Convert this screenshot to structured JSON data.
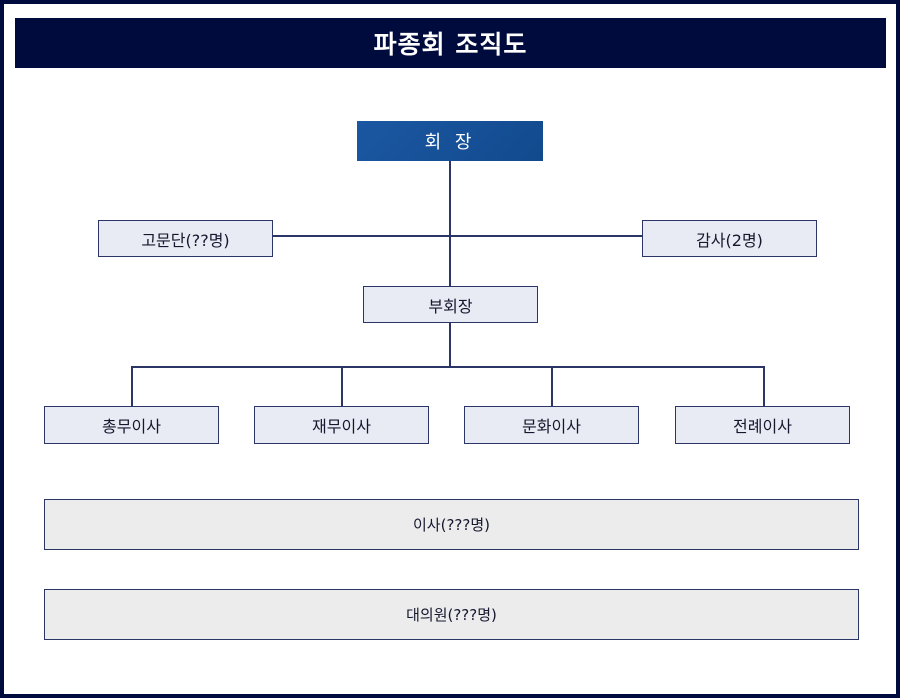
{
  "page": {
    "title": "파종회 조직도",
    "border_color": "#000b3d",
    "background": "#ffffff"
  },
  "banner": {
    "label": "파종회 조직도",
    "background": "#000b3d",
    "text_color": "#ffffff"
  },
  "colors": {
    "navy": "#000b3d",
    "line": "#2b3566",
    "chairman_fill": "#17519b",
    "node_fill": "#e8ebf3",
    "wide_fill": "#ececec",
    "text": "#15172e"
  },
  "chart_data": {
    "type": "diagram",
    "title": "파종회 조직도",
    "nodes": [
      {
        "id": "chairman",
        "label": "회  장",
        "level": 0,
        "style": "chairman"
      },
      {
        "id": "advisors",
        "label": "고문단(??명)",
        "level": 1,
        "style": "light",
        "side": "left"
      },
      {
        "id": "auditor",
        "label": "감사(2명)",
        "level": 1,
        "style": "light",
        "side": "right"
      },
      {
        "id": "vice",
        "label": "부회장",
        "level": 2,
        "style": "light"
      },
      {
        "id": "dir-general",
        "label": "총무이사",
        "level": 3,
        "style": "light"
      },
      {
        "id": "dir-finance",
        "label": "재무이사",
        "level": 3,
        "style": "light"
      },
      {
        "id": "dir-culture",
        "label": "문화이사",
        "level": 3,
        "style": "light"
      },
      {
        "id": "dir-ritual",
        "label": "전례이사",
        "level": 3,
        "style": "light"
      },
      {
        "id": "directors",
        "label": "이사(???명)",
        "level": 4,
        "style": "wide"
      },
      {
        "id": "delegates",
        "label": "대의원(???명)",
        "level": 5,
        "style": "wide"
      }
    ],
    "edges": [
      {
        "from": "chairman",
        "to": "vice"
      },
      {
        "from": "advisors",
        "to": "auditor",
        "kind": "staff-bar"
      },
      {
        "from": "vice",
        "to": "dir-general"
      },
      {
        "from": "vice",
        "to": "dir-finance"
      },
      {
        "from": "vice",
        "to": "dir-culture"
      },
      {
        "from": "vice",
        "to": "dir-ritual"
      }
    ]
  },
  "nodes": {
    "chairman": "회  장",
    "advisors": "고문단(??명)",
    "auditor": "감사(2명)",
    "vice": "부회장",
    "dir_general": "총무이사",
    "dir_finance": "재무이사",
    "dir_culture": "문화이사",
    "dir_ritual": "전례이사",
    "directors": "이사(???명)",
    "delegates": "대의원(???명)"
  }
}
